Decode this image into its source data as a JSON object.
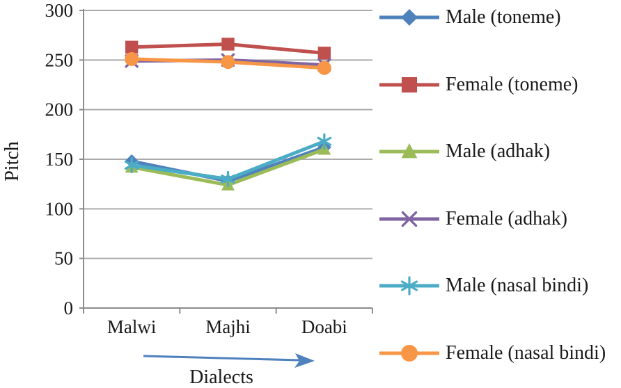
{
  "chart_data": {
    "type": "line",
    "title": "",
    "xlabel": "Dialects",
    "ylabel": "Pitch",
    "ylim": [
      0,
      300
    ],
    "ytick_step": 50,
    "grid": true,
    "legend_position": "right",
    "categories": [
      "Malwi",
      "Majhi",
      "Doabi"
    ],
    "series": [
      {
        "name": "Male (toneme)",
        "marker": "diamond",
        "color": "#4f81bd",
        "values": [
          148,
          128,
          162
        ]
      },
      {
        "name": "Female (toneme)",
        "marker": "square",
        "color": "#c0504d",
        "values": [
          263,
          266,
          257
        ]
      },
      {
        "name": "Male (adhak)",
        "marker": "triangle",
        "color": "#9bbb59",
        "values": [
          142,
          124,
          160
        ]
      },
      {
        "name": "Female (adhak)",
        "marker": "x",
        "color": "#8064a2",
        "values": [
          249,
          250,
          245
        ]
      },
      {
        "name": "Male (nasal bindi)",
        "marker": "star",
        "color": "#4bacc6",
        "values": [
          144,
          130,
          168
        ]
      },
      {
        "name": "Female (nasal bindi)",
        "marker": "circle",
        "color": "#f79646",
        "values": [
          251,
          248,
          242
        ]
      }
    ]
  }
}
